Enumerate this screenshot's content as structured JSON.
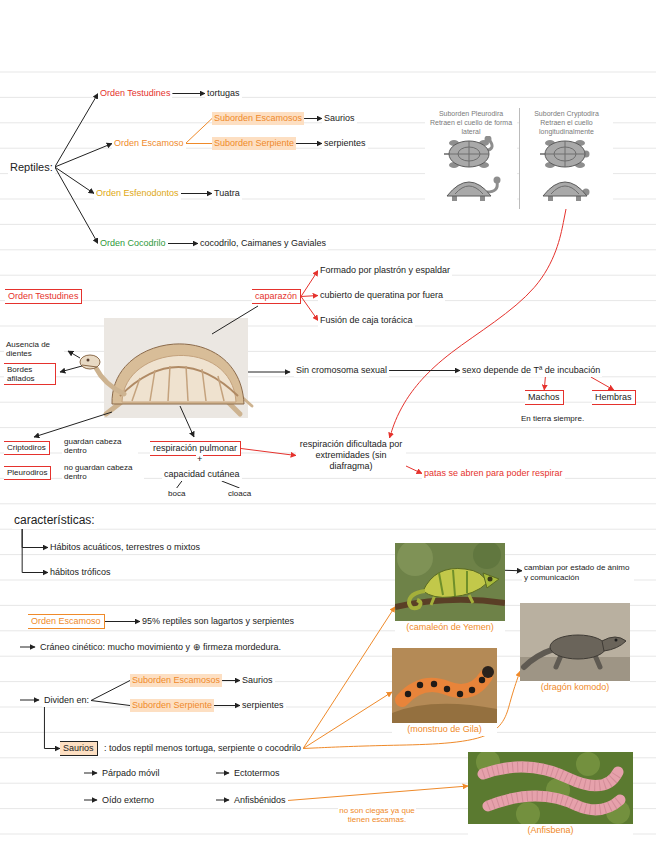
{
  "diagram": {
    "nodes": [
      {
        "text": [
          "Reptiles:"
        ]
      },
      {
        "text": [
          "Orden Testudines"
        ]
      },
      {
        "text": [
          "tortugas"
        ]
      },
      {
        "text": [
          "Orden Escamoso"
        ]
      },
      {
        "text": [
          "Suborden Escamosos"
        ]
      },
      {
        "text": [
          "Saurios"
        ]
      },
      {
        "text": [
          "Suborden Serpiente"
        ]
      },
      {
        "text": [
          "serpientes"
        ]
      },
      {
        "text": [
          "Orden Esfenodontos"
        ]
      },
      {
        "text": [
          "Tuatra"
        ]
      },
      {
        "text": [
          "Orden Cocodrilo"
        ]
      },
      {
        "text": [
          "cocodrilo, Caimanes y Gaviales"
        ]
      },
      {
        "text": [
          "Suborden Pleurodira",
          "Retraen el cuello de forma lateral"
        ]
      },
      {
        "text": [
          "Suborden Cryptodira",
          "Retraen el cuello longitudinalmente"
        ]
      },
      {
        "text": [
          "Formado por plastrón y espaldar"
        ]
      },
      {
        "text": [
          "Orden Testudines"
        ]
      },
      {
        "text": [
          "caparazón"
        ]
      },
      {
        "text": [
          "cubierto de queratina por fuera"
        ]
      },
      {
        "text": [
          "Fusión de caja torácica"
        ]
      },
      {
        "text": [
          "Ausencia de dientes"
        ]
      },
      {
        "text": [
          "Bordes afilados"
        ]
      },
      {
        "text": [
          "Sin cromosoma sexual"
        ]
      },
      {
        "text": [
          "sexo depende de Tª de incubación"
        ]
      },
      {
        "text": [
          "Machos"
        ]
      },
      {
        "text": [
          "Hembras"
        ]
      },
      {
        "text": [
          "Criptodiros"
        ]
      },
      {
        "text": [
          "guardan cabeza dentro"
        ]
      },
      {
        "text": [
          "Pleurodiros"
        ]
      },
      {
        "text": [
          "no guardan cabeza dentro"
        ]
      },
      {
        "text": [
          "respiración pulmonar"
        ]
      },
      {
        "text": [
          "respiración dificultada por extremidades (sin diafragma)"
        ]
      },
      {
        "text": [
          "patas se abren para poder respirar"
        ]
      },
      {
        "text": [
          "capacidad cutánea"
        ]
      },
      {
        "text": [
          "boca"
        ]
      },
      {
        "text": [
          "cloaca"
        ]
      },
      {
        "text": [
          "características:"
        ]
      },
      {
        "text": [
          "Hábitos acuáticos, terrestres o mixtos"
        ]
      },
      {
        "text": [
          "hábitos tróficos"
        ]
      },
      {
        "text": [
          "Orden Escamoso"
        ]
      },
      {
        "text": [
          "95% reptiles son lagartos y serpientes"
        ]
      },
      {
        "text": [
          "Cráneo cinético: mucho movimiento y ⊕ firmeza mordedura."
        ]
      },
      {
        "text": [
          "Dividen en:"
        ]
      },
      {
        "text": [
          "Suborden Escamosos"
        ]
      },
      {
        "text": [
          "Saurios"
        ]
      },
      {
        "text": [
          "Suborden Serpiente"
        ]
      },
      {
        "text": [
          "serpientes"
        ]
      },
      {
        "text": [
          "Saurios"
        ]
      },
      {
        "text": [
          ": todos reptil menos tortuga, serpiente o cocodrilo"
        ]
      },
      {
        "text": [
          "Párpado móvil"
        ]
      },
      {
        "text": [
          "Ectotermos"
        ]
      },
      {
        "text": [
          "Oído externo"
        ]
      },
      {
        "text": [
          "Anfisbénidos"
        ]
      },
      {
        "text": [
          "(camaleón de Yemen)"
        ]
      },
      {
        "text": [
          "cambian por estado de ánimo y comunicación"
        ]
      },
      {
        "text": [
          "(dragón komodo)"
        ]
      },
      {
        "text": [
          "(monstruo de Gila)"
        ]
      },
      {
        "text": [
          "(Anfisbena)"
        ]
      }
    ],
    "edges": [
      {
        "from": 0,
        "to": 1,
        "arrow": "to"
      },
      {
        "from": 0,
        "to": 3,
        "arrow": "to"
      },
      {
        "from": 0,
        "to": 8,
        "arrow": "to"
      },
      {
        "from": 0,
        "to": 10,
        "arrow": "to"
      },
      {
        "from": 1,
        "to": 2,
        "arrow": "to"
      },
      {
        "from": 3,
        "to": 4,
        "arrow": "none"
      },
      {
        "from": 3,
        "to": 6,
        "arrow": "none"
      },
      {
        "from": 4,
        "to": 5,
        "arrow": "to"
      },
      {
        "from": 6,
        "to": 7,
        "arrow": "to"
      },
      {
        "from": 8,
        "to": 9,
        "arrow": "to"
      },
      {
        "from": 10,
        "to": 11,
        "arrow": "to"
      },
      {
        "from": 13,
        "to": 30,
        "arrow": "to"
      },
      {
        "from": 16,
        "to": 14,
        "arrow": "to"
      },
      {
        "from": 16,
        "to": 17,
        "arrow": "to"
      },
      {
        "from": 16,
        "to": 18,
        "arrow": "to"
      },
      {
        "from": 21,
        "to": 22,
        "arrow": "to"
      },
      {
        "from": 22,
        "to": 23,
        "arrow": "to"
      },
      {
        "from": 22,
        "to": 24,
        "arrow": "to"
      },
      {
        "from": 29,
        "to": 30,
        "arrow": "to"
      },
      {
        "from": 30,
        "to": 31,
        "arrow": "to"
      },
      {
        "from": 32,
        "to": 33,
        "arrow": "none"
      },
      {
        "from": 32,
        "to": 34,
        "arrow": "none"
      },
      {
        "from": 35,
        "to": 36,
        "arrow": "to"
      },
      {
        "from": 35,
        "to": 37,
        "arrow": "to"
      },
      {
        "from": 38,
        "to": 39,
        "arrow": "to"
      },
      {
        "from": 41,
        "to": 42,
        "arrow": "none"
      },
      {
        "from": 41,
        "to": 44,
        "arrow": "none"
      },
      {
        "from": 42,
        "to": 43,
        "arrow": "to"
      },
      {
        "from": 44,
        "to": 45,
        "arrow": "to"
      },
      {
        "from": 41,
        "to": 46,
        "arrow": "to"
      },
      {
        "from": 47,
        "to": 52,
        "arrow": "to"
      },
      {
        "from": 47,
        "to": 54,
        "arrow": "to"
      },
      {
        "from": 47,
        "to": 55,
        "arrow": "to"
      },
      {
        "from": 51,
        "to": 56,
        "arrow": "to"
      },
      {
        "from": 52,
        "to": 53,
        "arrow": "to"
      }
    ],
    "labels": [
      "+",
      "En tierra siempre.",
      "no son ciegas ya que tienen escamas."
    ]
  }
}
